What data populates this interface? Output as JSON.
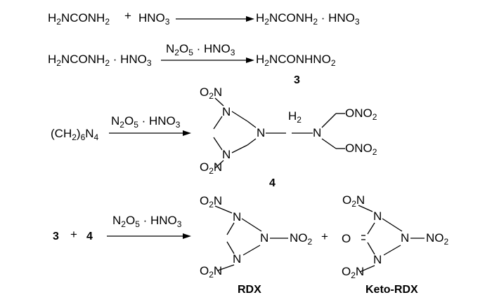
{
  "reaction1": {
    "reactant1": "H2NCONH2",
    "plus": "+",
    "reactant2": "HNO3",
    "product": "H2NCONH2 · HNO3"
  },
  "reaction2": {
    "reactant": "H2NCONH2 · HNO3",
    "reagent": "N2O5 · HNO3",
    "product": "H2NCONHNO2",
    "product_label": "3"
  },
  "reaction3": {
    "reactant": "(CH2)6N4",
    "reagent": "N2O5 · HNO3",
    "product_label": "4"
  },
  "reaction4": {
    "reactant1": "3",
    "plus": "+",
    "reactant2": "4",
    "reagent": "N2O5 · HNO3",
    "plus2": "+",
    "product1_label": "RDX",
    "product2_label": "Keto-RDX"
  },
  "atoms": {
    "n": "N",
    "o": "O",
    "no2": "NO2",
    "ono2": "ONO2",
    "o2n": "O2N",
    "ch2": "H2"
  }
}
